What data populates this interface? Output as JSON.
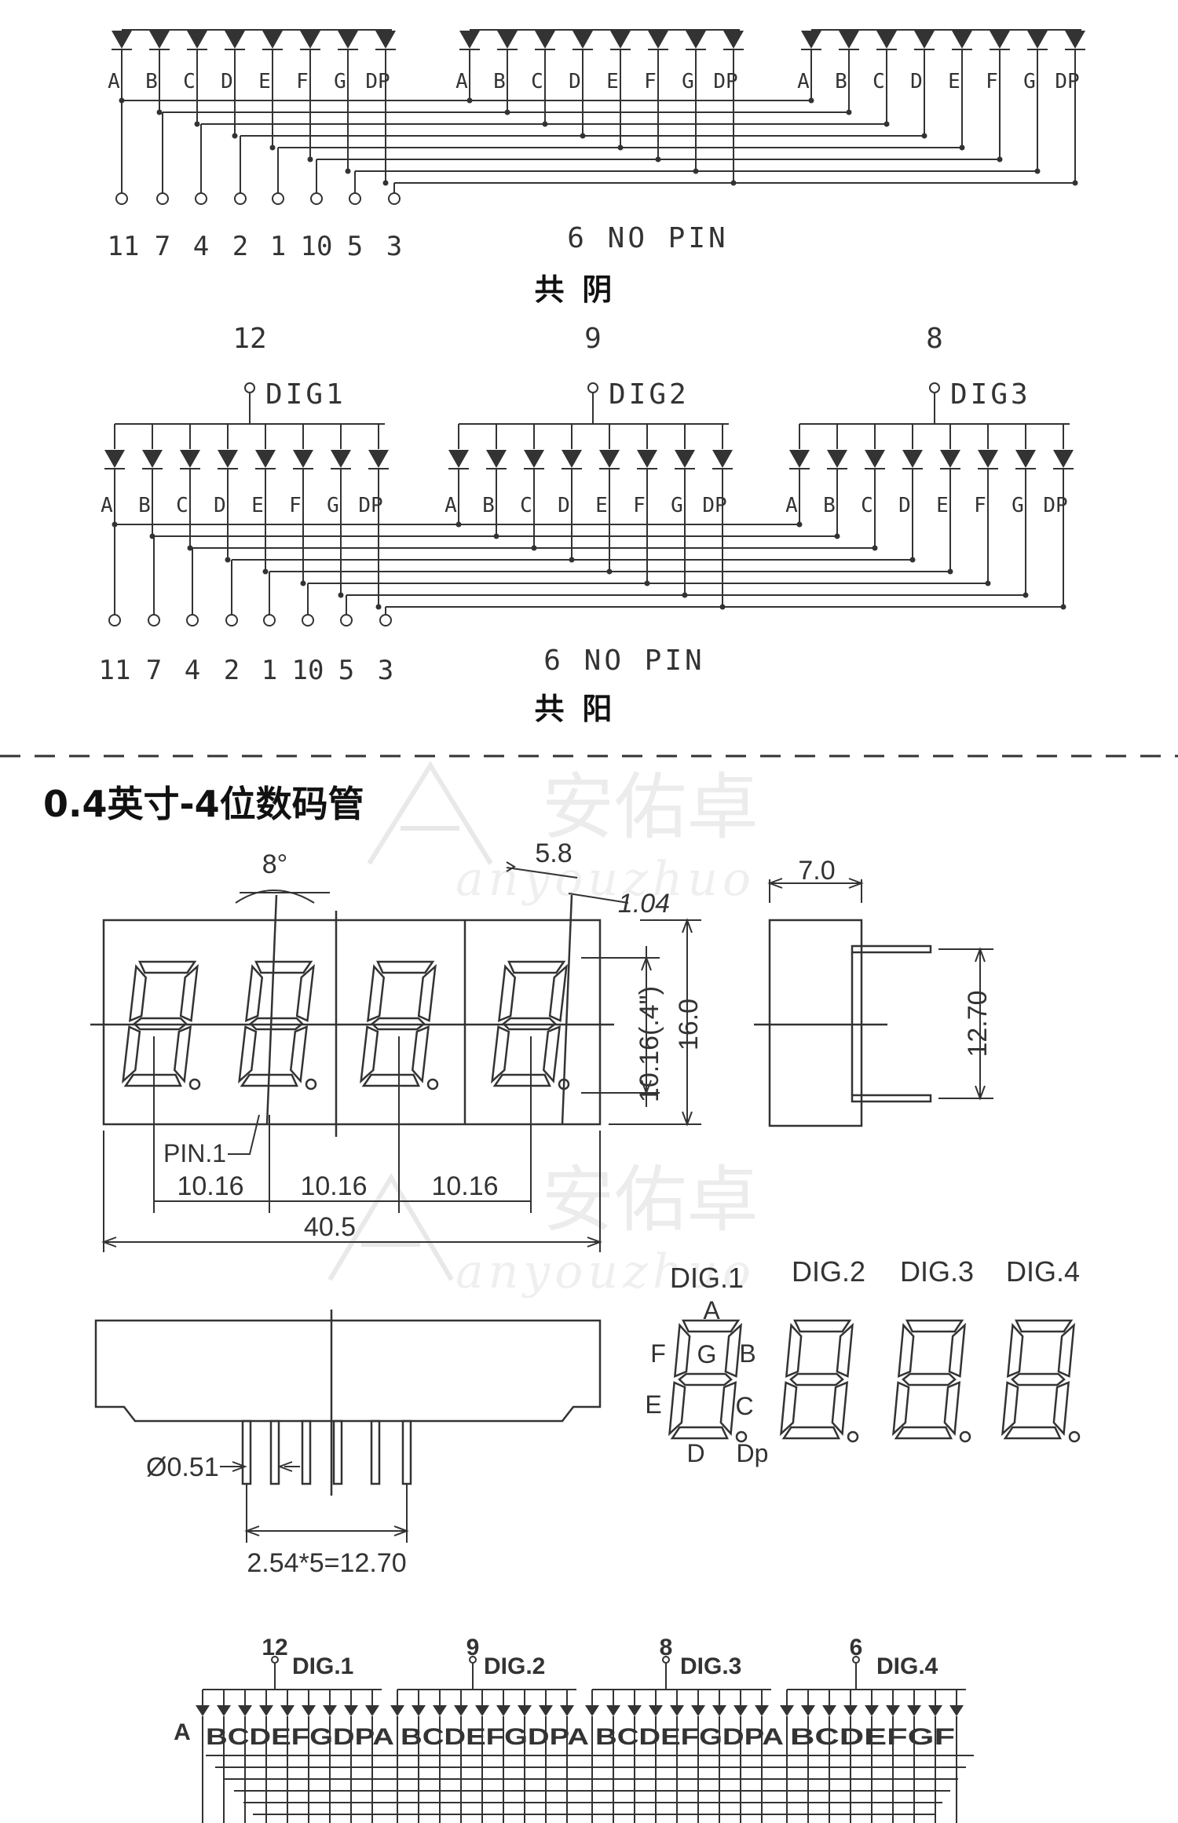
{
  "segment_labels": [
    "A",
    "B",
    "C",
    "D",
    "E",
    "F",
    "G",
    "DP"
  ],
  "schematic_3digit_cathode": {
    "pins": [
      "11",
      "7",
      "4",
      "2",
      "1",
      "10",
      "5",
      "3"
    ],
    "no_pin_note": "6 NO PIN",
    "label": "共 阴"
  },
  "schematic_3digit_anode": {
    "digits": [
      {
        "pin": "12",
        "name": "DIG1"
      },
      {
        "pin": "9",
        "name": "DIG2"
      },
      {
        "pin": "8",
        "name": "DIG3"
      }
    ],
    "pins": [
      "11",
      "7",
      "4",
      "2",
      "1",
      "10",
      "5",
      "3"
    ],
    "no_pin_note": "6 NO PIN",
    "label": "共 阳"
  },
  "section_title": "0.4英寸-4位数码管",
  "watermark": {
    "cn": "安佑卓",
    "en": "anyouzhuo"
  },
  "front_view": {
    "slant_angle": "8°",
    "segment_width": "5.8",
    "segment_thickness": "1.04",
    "char_height": "10.16(.4\")",
    "body_height": "16.0",
    "pin1_label": "PIN.1",
    "digit_pitches": [
      "10.16",
      "10.16",
      "10.16"
    ],
    "body_width": "40.5"
  },
  "side_view": {
    "depth": "7.0",
    "row_spacing": "12.70"
  },
  "bottom_view": {
    "pin_diameter": "Ø0.51",
    "pin_spacing": "2.54*5=12.70"
  },
  "digit_legend": {
    "digits": [
      "DIG.1",
      "DIG.2",
      "DIG.3",
      "DIG.4"
    ],
    "segments": [
      "A",
      "B",
      "C",
      "D",
      "E",
      "F",
      "G",
      "Dp"
    ]
  },
  "schematic_4digit": {
    "digits": [
      {
        "pin": "12",
        "name": "DIG.1"
      },
      {
        "pin": "9",
        "name": "DIG.2"
      },
      {
        "pin": "8",
        "name": "DIG.3"
      },
      {
        "pin": "6",
        "name": "DIG.4"
      }
    ],
    "first_label": "A",
    "row_labels": [
      "BCDEFGDPA",
      "BCDEFGDPA",
      "BCDEFGDPA",
      "BCDEFGF"
    ]
  }
}
